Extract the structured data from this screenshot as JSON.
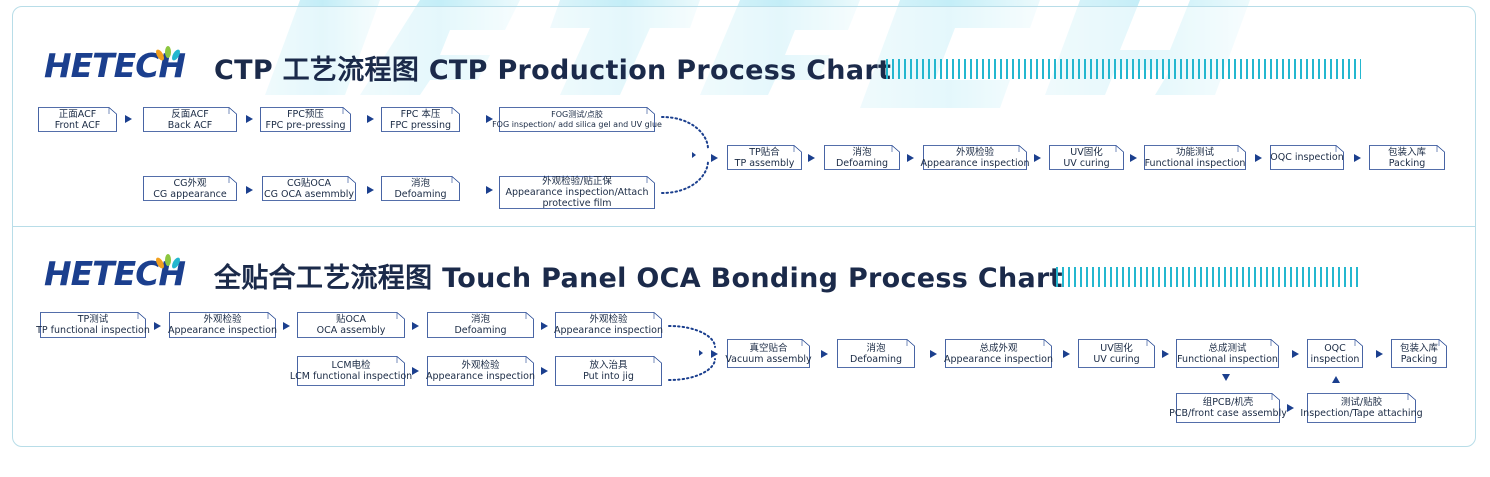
{
  "brand": {
    "logo_text": "HETECH",
    "primary_color": "#1b3f8e",
    "accent_color": "#24b7cf",
    "highlight_color": "#f2a01e"
  },
  "ctp": {
    "title": "CTP 工艺流程图  CTP Production Process Chart",
    "row1": [
      {
        "zh": "正面ACF",
        "en": "Front ACF"
      },
      {
        "zh": "反面ACF",
        "en": "Back ACF"
      },
      {
        "zh": "FPC预压",
        "en": "FPC pre-pressing"
      },
      {
        "zh": "FPC 本压",
        "en": "FPC pressing"
      },
      {
        "zh": "FOG测试/点胶",
        "en": "FOG inspection/ add silica gel and UV glue"
      }
    ],
    "row2": [
      {
        "zh": "CG外观",
        "en": "CG appearance"
      },
      {
        "zh": "CG贴OCA",
        "en": "CG OCA asemmbly"
      },
      {
        "zh": "消泡",
        "en": "Defoaming"
      },
      {
        "zh": "外观检验/贴正保",
        "en": "Appearance inspection/Attach",
        "en2": "protective film"
      }
    ],
    "main": [
      {
        "zh": "TP贴合",
        "en": "TP assembly"
      },
      {
        "zh": "消泡",
        "en": "Defoaming"
      },
      {
        "zh": "外观检验",
        "en": "Appearance inspection"
      },
      {
        "zh": "UV固化",
        "en": "UV  curing"
      },
      {
        "zh": "功能测试",
        "en": "Functional inspection"
      },
      {
        "zh": "",
        "en": "OQC inspection"
      },
      {
        "zh": "包装入库",
        "en": "Packing"
      }
    ]
  },
  "oca": {
    "title": "全贴合工艺流程图  Touch Panel OCA Bonding Process Chart",
    "row1": [
      {
        "zh": "TP测试",
        "en": "TP functional inspection"
      },
      {
        "zh": "外观检验",
        "en": "Appearance inspection"
      },
      {
        "zh": "贴OCA",
        "en": "OCA assembly"
      },
      {
        "zh": "消泡",
        "en": "Defoaming"
      },
      {
        "zh": "外观检验",
        "en": "Appearance inspection"
      }
    ],
    "row2": [
      {
        "zh": "LCM电检",
        "en": "LCM functional inspection"
      },
      {
        "zh": "外观检验",
        "en": "Appearance inspection"
      },
      {
        "zh": "放入治具",
        "en": "Put into jig"
      }
    ],
    "main": [
      {
        "zh": "真空贴合",
        "en": "Vacuum assembly"
      },
      {
        "zh": "消泡",
        "en": "Defoaming"
      },
      {
        "zh": "总成外观",
        "en": "Appearance inspection"
      },
      {
        "zh": "UV固化",
        "en": "UV  curing"
      },
      {
        "zh": "总成测试",
        "en": "Functional inspection"
      },
      {
        "zh": "OQC",
        "en": "inspection"
      },
      {
        "zh": "包装入库",
        "en": "Packing"
      }
    ],
    "branch": [
      {
        "zh": "组PCB/机壳",
        "en": "PCB/front case assembly"
      },
      {
        "zh": "测试/贴胶",
        "en": "Inspection/Tape attaching"
      }
    ]
  }
}
